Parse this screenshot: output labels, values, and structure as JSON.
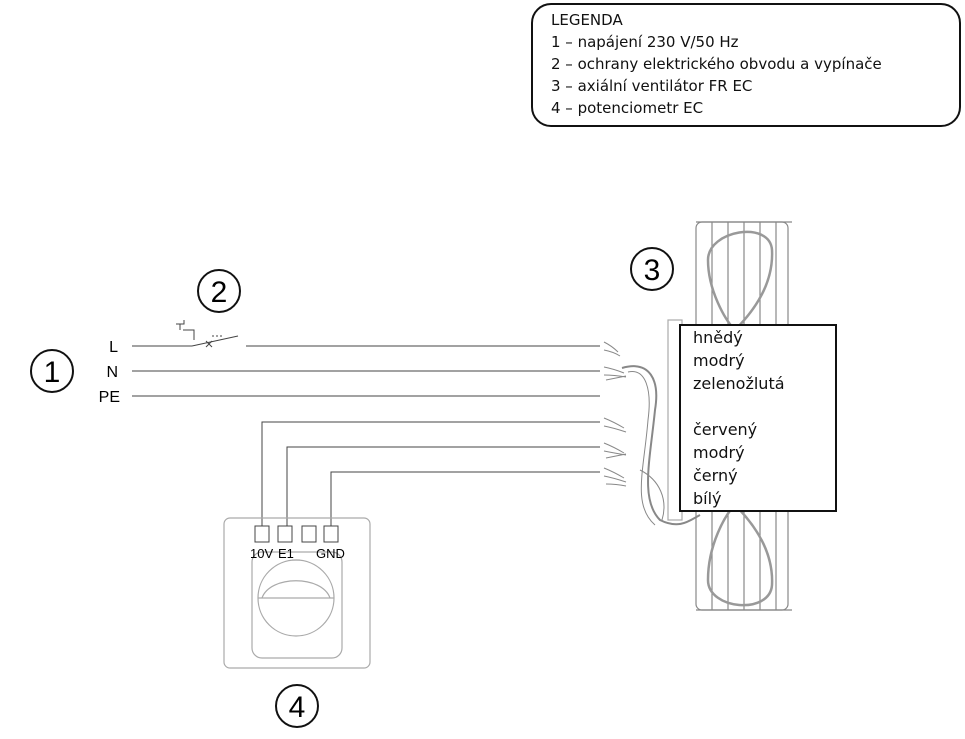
{
  "legend": {
    "title": "LEGENDA",
    "items": [
      "1 – napájení 230 V/50 Hz",
      "2 – ochrany elektrického obvodu a vypínače",
      "3 – axiální ventilátor FR EC",
      "4 – potenciometr EC"
    ]
  },
  "callouts": {
    "c1": "1",
    "c2": "2",
    "c3": "3",
    "c4": "4"
  },
  "supply": {
    "l": "L",
    "n": "N",
    "pe": "PE"
  },
  "terminals": {
    "t10v": "10V",
    "te1": "E1",
    "tgnd": "GND"
  },
  "wires": [
    "hnědý",
    "modrý",
    "zelenožlutá",
    "",
    "červený",
    "modrý",
    "černý",
    "bílý"
  ]
}
